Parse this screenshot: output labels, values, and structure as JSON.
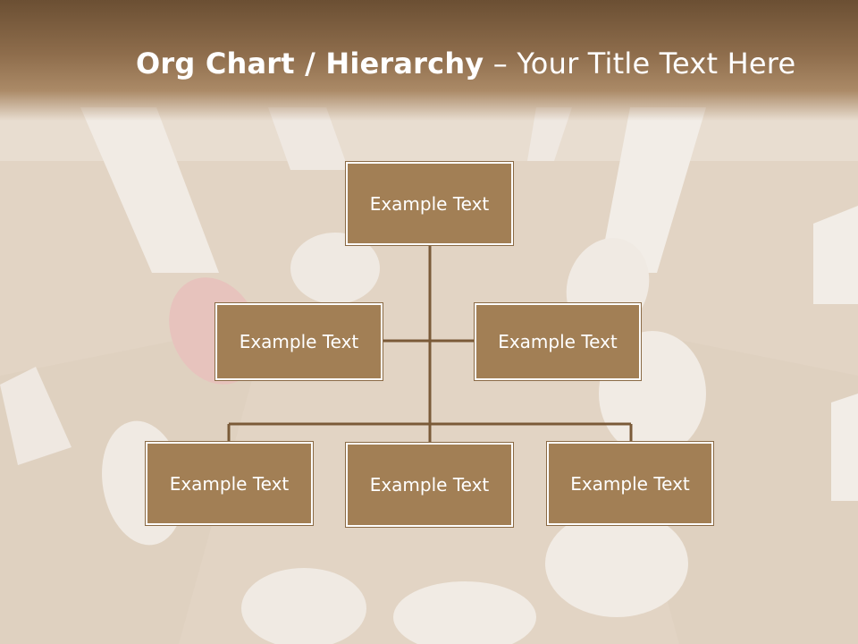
{
  "slide": {
    "title_bold": "Org Chart / Hierarchy",
    "title_dash": " – ",
    "title_rest": "Your Title Text Here"
  },
  "org_chart": {
    "root": "Example Text",
    "level2": [
      "Example Text",
      "Example Text"
    ],
    "level3": [
      "Example Text",
      "Example Text",
      "Example Text"
    ]
  },
  "colors": {
    "node_fill": "#a27f55",
    "node_border": "#ffffff",
    "connector": "#7a5a38",
    "header": "#6b4f33"
  }
}
